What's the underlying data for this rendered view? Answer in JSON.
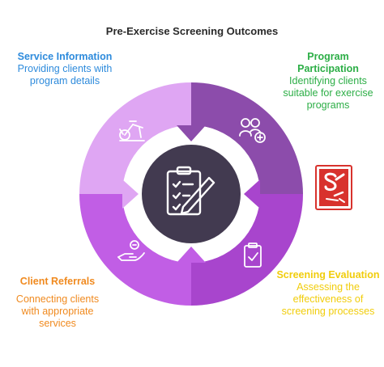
{
  "title": "Pre-Exercise Screening Outcomes",
  "colors": {
    "top_left": "#dfa6f3",
    "top_right": "#8c4cab",
    "bottom_right": "#a845cd",
    "bottom_left": "#c15ee5",
    "center": "#423a50",
    "label_blue": "#2e8bdc",
    "label_green": "#2cae46",
    "label_yellow": "#f1cd0c",
    "label_orange": "#f08a1f",
    "badge_red": "#d8322d"
  },
  "sections": {
    "service_information": {
      "heading": "Service Information",
      "description": "Providing clients with program details",
      "icon": "stationary-bike-icon"
    },
    "program_participation": {
      "heading": "Program Participation",
      "description": "Identifying clients suitable for exercise programs",
      "icon": "users-add-icon"
    },
    "screening_evaluation": {
      "heading": "Screening Evaluation",
      "description": "Assessing the effectiveness of screening processes",
      "icon": "clipboard-check-icon"
    },
    "client_referrals": {
      "heading": "Client Referrals",
      "description": "Connecting clients with appropriate services",
      "icon": "hand-give-icon"
    }
  },
  "center_icon": "clipboard-pencil-icon",
  "badge_icon": "red-badge-icon"
}
